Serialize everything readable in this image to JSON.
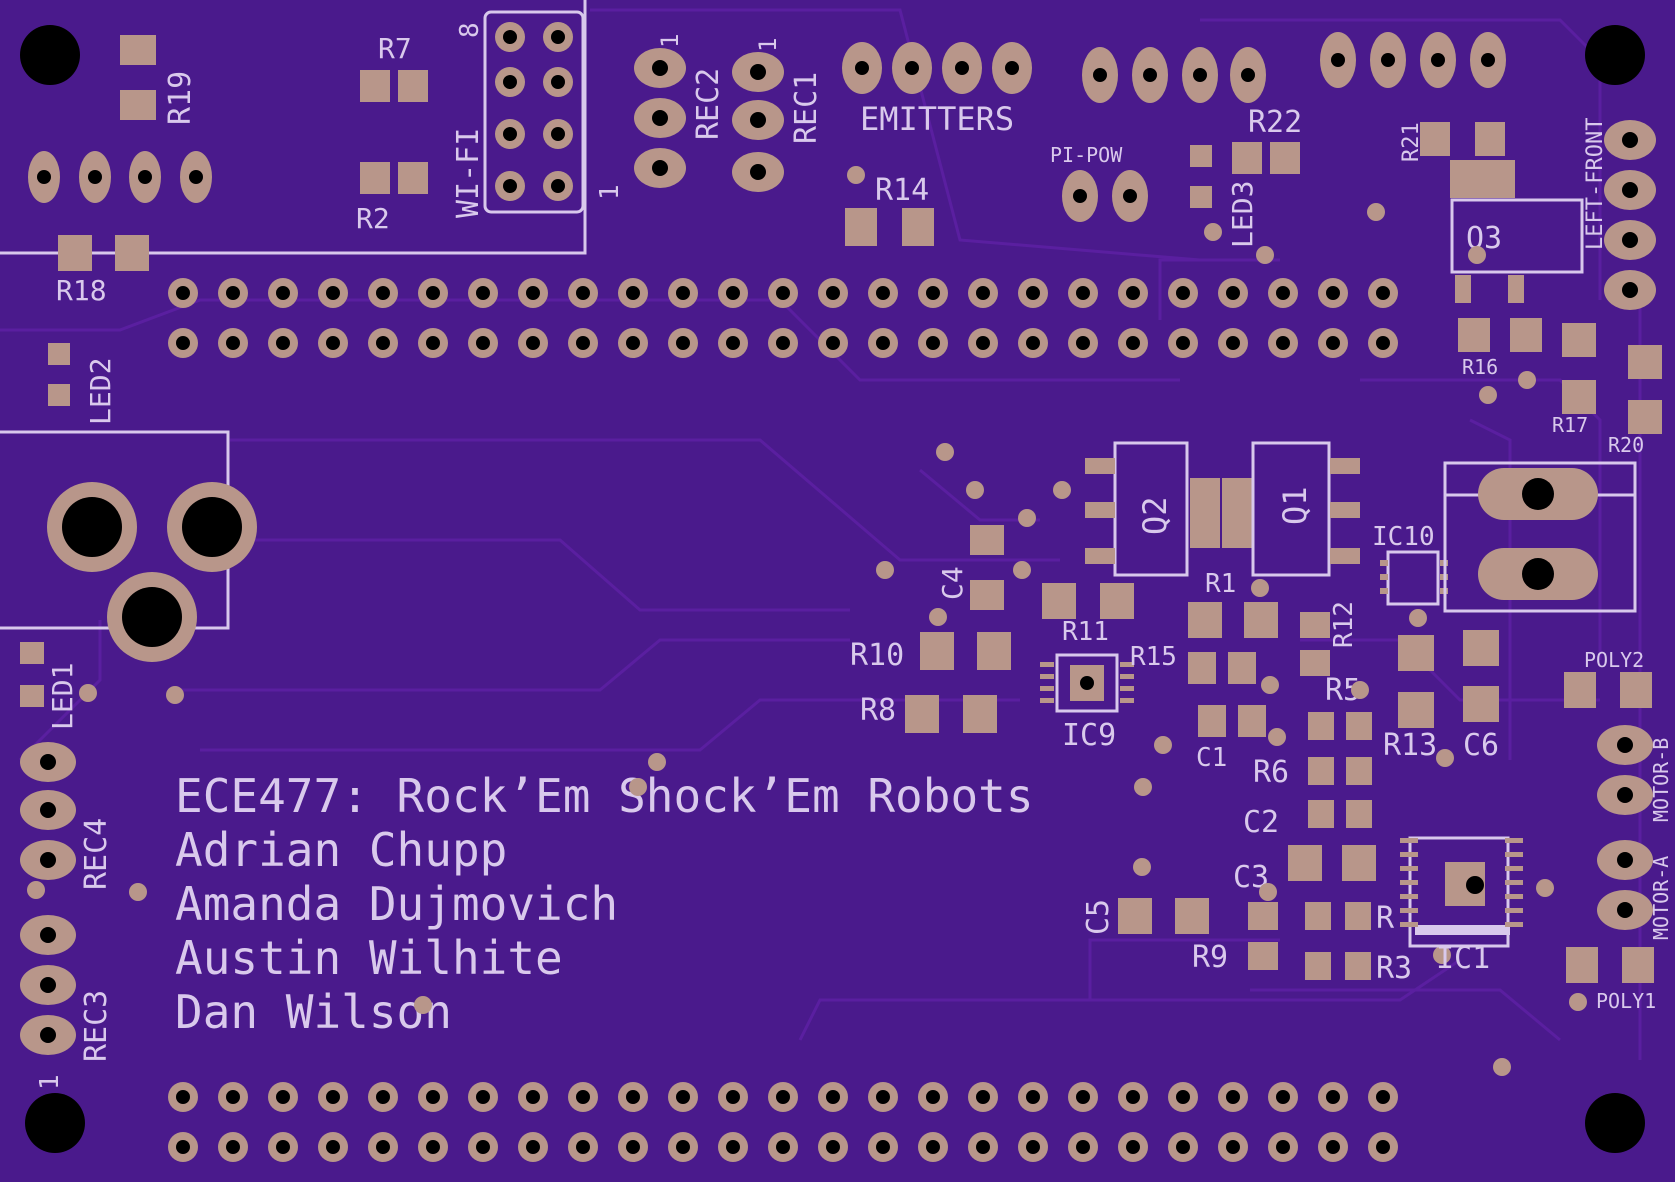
{
  "board": {
    "background": "#000000",
    "substrate_color": "#4a1a8c",
    "copper_color": "#b8968a",
    "silk_color": "#d8c8ec"
  },
  "title_block": {
    "course": "ECE477: Rock’Em Shock’Em Robots",
    "authors": [
      "Adrian Chupp",
      "Amanda Dujmovich",
      "Austin Wilhite",
      "Dan Wilson"
    ]
  },
  "labels": {
    "r7": "R7",
    "r19": "R19",
    "r2": "R2",
    "r18": "R18",
    "wifi": "WI-FI",
    "wifi_pin8": "8",
    "wifi_pin1": "1",
    "rec2": "REC2",
    "rec1": "REC1",
    "rec2_pin": "1",
    "rec1_pin": "1",
    "emitters": "EMITTERS",
    "r14": "R14",
    "pi_pow": "PI-POW",
    "r22": "R22",
    "led3": "LED3",
    "r21": "R21",
    "q3": "Q3",
    "left_front": "LEFT-FRONT",
    "r16": "R16",
    "r17": "R17",
    "r20": "R20",
    "led2": "LED2",
    "led1": "LED1",
    "rec4": "REC4",
    "rec3": "REC3",
    "rec3_pin": "1",
    "q2": "Q2",
    "q1": "Q1",
    "ic10": "IC10",
    "c4": "C4",
    "r1": "R1",
    "r12": "R12",
    "r10": "R10",
    "r11": "R11",
    "r15": "R15",
    "r8": "R8",
    "ic9": "IC9",
    "r5": "R5",
    "c1": "C1",
    "r6": "R6",
    "r13": "R13",
    "c6": "C6",
    "c2": "C2",
    "c3": "C3",
    "c5": "C5",
    "r9": "R9",
    "r4": "R",
    "r3": "R3",
    "ic1": "IC1",
    "poly2": "POLY2",
    "poly1": "POLY1",
    "motor_a": "MOTOR-A",
    "motor_b": "MOTOR-B"
  }
}
